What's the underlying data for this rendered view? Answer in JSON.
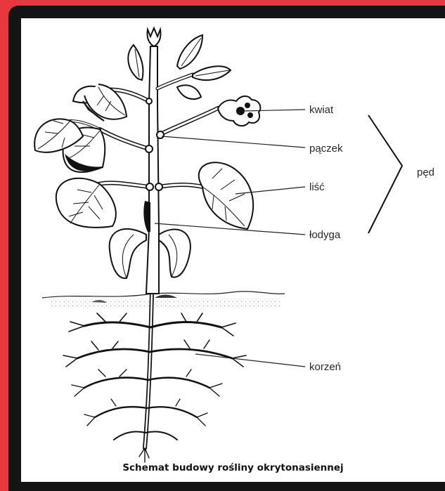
{
  "labels": {
    "flower": "kwiat",
    "bud": "pączek",
    "leaf": "liść",
    "stem": "łodyga",
    "shoot": "pęd",
    "root": "korzeń"
  },
  "caption": "Schemat budowy rośliny okrytonasiennej",
  "colors": {
    "border": "#e8373d",
    "frame": "#141414",
    "canvas": "#ffffff",
    "ink": "#111111"
  }
}
